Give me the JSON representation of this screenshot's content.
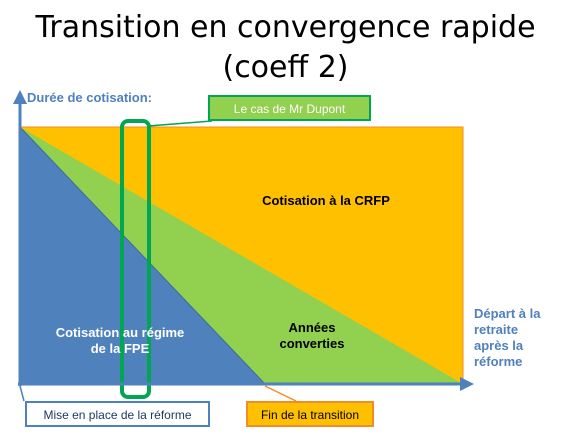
{
  "title": {
    "line1": "Transition en convergence rapide",
    "line2": "(coeff 2)"
  },
  "axes": {
    "y_label": "Durée de cotisation:",
    "x_label": "Départ à la\nretraite\naprès la\nréforme"
  },
  "zones": {
    "crfp": "Cotisation à la CRFP",
    "converted": "Années\nconverties",
    "fpe": "Cotisation au régime\nde la FPE"
  },
  "callouts": {
    "dupont": "Le cas de Mr Dupont",
    "reform": "Mise en place de la réforme",
    "end_transition": "Fin de la transition"
  },
  "colors": {
    "crfp_zone": "#ffc000",
    "converted_zone": "#92d050",
    "fpe_zone": "#4f81bd",
    "axis": "#4f81bd",
    "dupont_highlight": "#00a651",
    "transition_border": "#f28c28"
  }
}
